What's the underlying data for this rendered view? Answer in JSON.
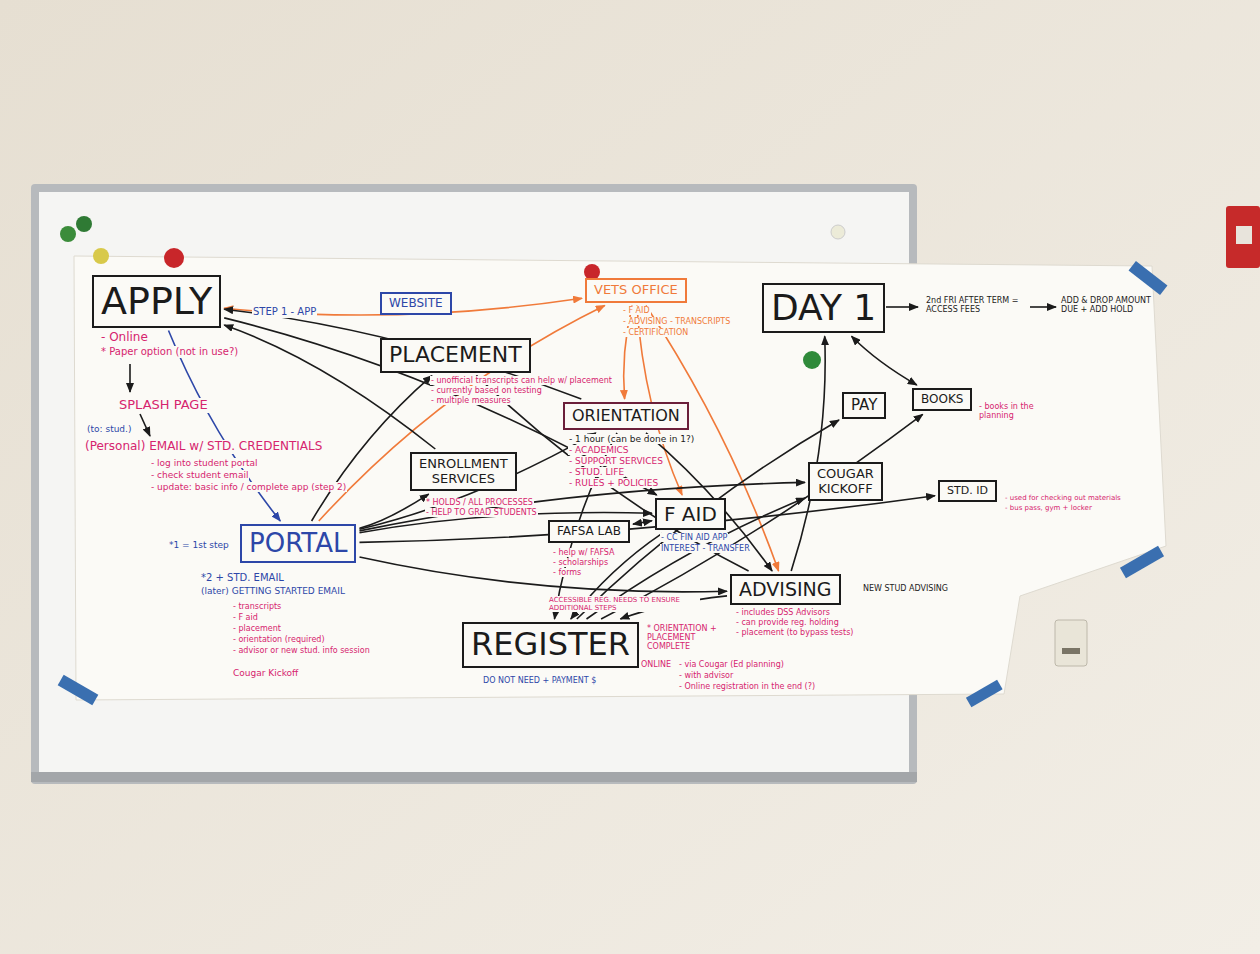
{
  "diagram": {
    "nodes": [
      {
        "text": [
          "APPLY"
        ]
      },
      {
        "text": [
          "WEBSITE"
        ]
      },
      {
        "text": [
          "VETS OFFICE"
        ]
      },
      {
        "text": [
          "DAY 1"
        ]
      },
      {
        "text": [
          "PLACEMENT"
        ]
      },
      {
        "text": [
          "ORIENTATION"
        ]
      },
      {
        "text": [
          "PAY"
        ]
      },
      {
        "text": [
          "BOOKS"
        ]
      },
      {
        "text": [
          "ENROLLMENT SERVICES"
        ]
      },
      {
        "text": [
          "COUGAR KICKOFF"
        ]
      },
      {
        "text": [
          "STD. ID"
        ]
      },
      {
        "text": [
          "FAFSA LAB"
        ]
      },
      {
        "text": [
          "F AID"
        ]
      },
      {
        "text": [
          "PORTAL"
        ]
      },
      {
        "text": [
          "ADVISING"
        ]
      },
      {
        "text": [
          "REGISTER"
        ]
      }
    ],
    "edges": [
      {
        "from": 2,
        "to": 0,
        "arrow": "both"
      },
      {
        "from": 0,
        "to": 13,
        "arrow": "to"
      },
      {
        "from": 13,
        "to": 2,
        "arrow": "to"
      },
      {
        "from": 2,
        "to": 12,
        "arrow": "to"
      },
      {
        "from": 2,
        "to": 14,
        "arrow": "to"
      },
      {
        "from": 2,
        "to": 5,
        "arrow": "to"
      },
      {
        "from": 13,
        "to": 8,
        "arrow": "to"
      },
      {
        "from": 13,
        "to": 4,
        "arrow": "to"
      },
      {
        "from": 13,
        "to": 5,
        "arrow": "to"
      },
      {
        "from": 13,
        "to": 12,
        "arrow": "to"
      },
      {
        "from": 13,
        "to": 14,
        "arrow": "to"
      },
      {
        "from": 13,
        "to": 9,
        "arrow": "to"
      },
      {
        "from": 13,
        "to": 10,
        "arrow": "to"
      },
      {
        "from": 8,
        "to": 0,
        "arrow": "to"
      },
      {
        "from": 0,
        "to": 12,
        "arrow": "to"
      },
      {
        "from": 14,
        "to": 4,
        "arrow": "to"
      },
      {
        "from": 5,
        "to": 15,
        "arrow": "to"
      },
      {
        "from": 5,
        "to": 14,
        "arrow": "to"
      },
      {
        "from": 11,
        "to": 12,
        "arrow": "both"
      },
      {
        "from": 12,
        "to": 15,
        "arrow": "to"
      },
      {
        "from": 15,
        "to": 6,
        "arrow": "to"
      },
      {
        "from": 15,
        "to": 7,
        "arrow": "to"
      },
      {
        "from": 14,
        "to": 15,
        "arrow": "to"
      },
      {
        "from": 3,
        "to": 7,
        "arrow": "both"
      },
      {
        "from": 14,
        "to": 3,
        "arrow": "to"
      },
      {
        "from": 15,
        "to": 9,
        "arrow": "to"
      },
      {
        "from": 5,
        "to": 0,
        "arrow": "to"
      }
    ],
    "labels": [
      "- Online",
      "* Paper option (not in use?)",
      "SPLASH PAGE",
      "(to: stud.)",
      "(Personal) EMAIL w/ STD. CREDENTIALS",
      "- log into student portal",
      "- check student email",
      "- update: basic info / complete app (step 2)",
      "STEP 1 - APP",
      "*1 = 1st step",
      "*2 + STD. EMAIL",
      "(later) GETTING STARTED EMAIL",
      "- transcripts",
      "- F aid",
      "- placement",
      "- orientation (required)",
      "- advisor or new stud. info session",
      "Cougar Kickoff",
      "- unofficial transcripts can help w/ placement",
      "- currently based on testing",
      "- multiple measures",
      "- F AID",
      "- ADVISING - TRANSCRIPTS",
      "- CERTIFICATION",
      "- 1 hour (can be done in 1?)",
      "- ACADEMICS",
      "- SUPPORT SERVICES",
      "- STUD. LIFE",
      "- RULES + POLICIES",
      "* HOLDS / ALL PROCESSES",
      "- HELP TO GRAD STUDENTS",
      "- help w/ FAFSA",
      "- scholarships",
      "- forms",
      "- CC FIN AID APP",
      "INTEREST - TRANSFER",
      "ACCESSIBLE REG. NEEDS TO ENSURE ADDITIONAL STEPS",
      "DO NOT NEED + PAYMENT $",
      "* ORIENTATION + PLACEMENT COMPLETE",
      "ONLINE",
      "- via Cougar (Ed planning)",
      "- with advisor",
      "- Online registration in the end (?)",
      "- includes DSS Advisors",
      "- can provide reg. holding",
      "- placement (to bypass tests)",
      "NEW STUD ADVISING",
      "2nd FRI AFTER TERM = ACCESS FEES",
      "ADD & DROP AMOUNT DUE + ADD HOLD",
      "- books in the planning",
      "- used for checking out materials",
      "- bus pass, gym + locker"
    ]
  }
}
